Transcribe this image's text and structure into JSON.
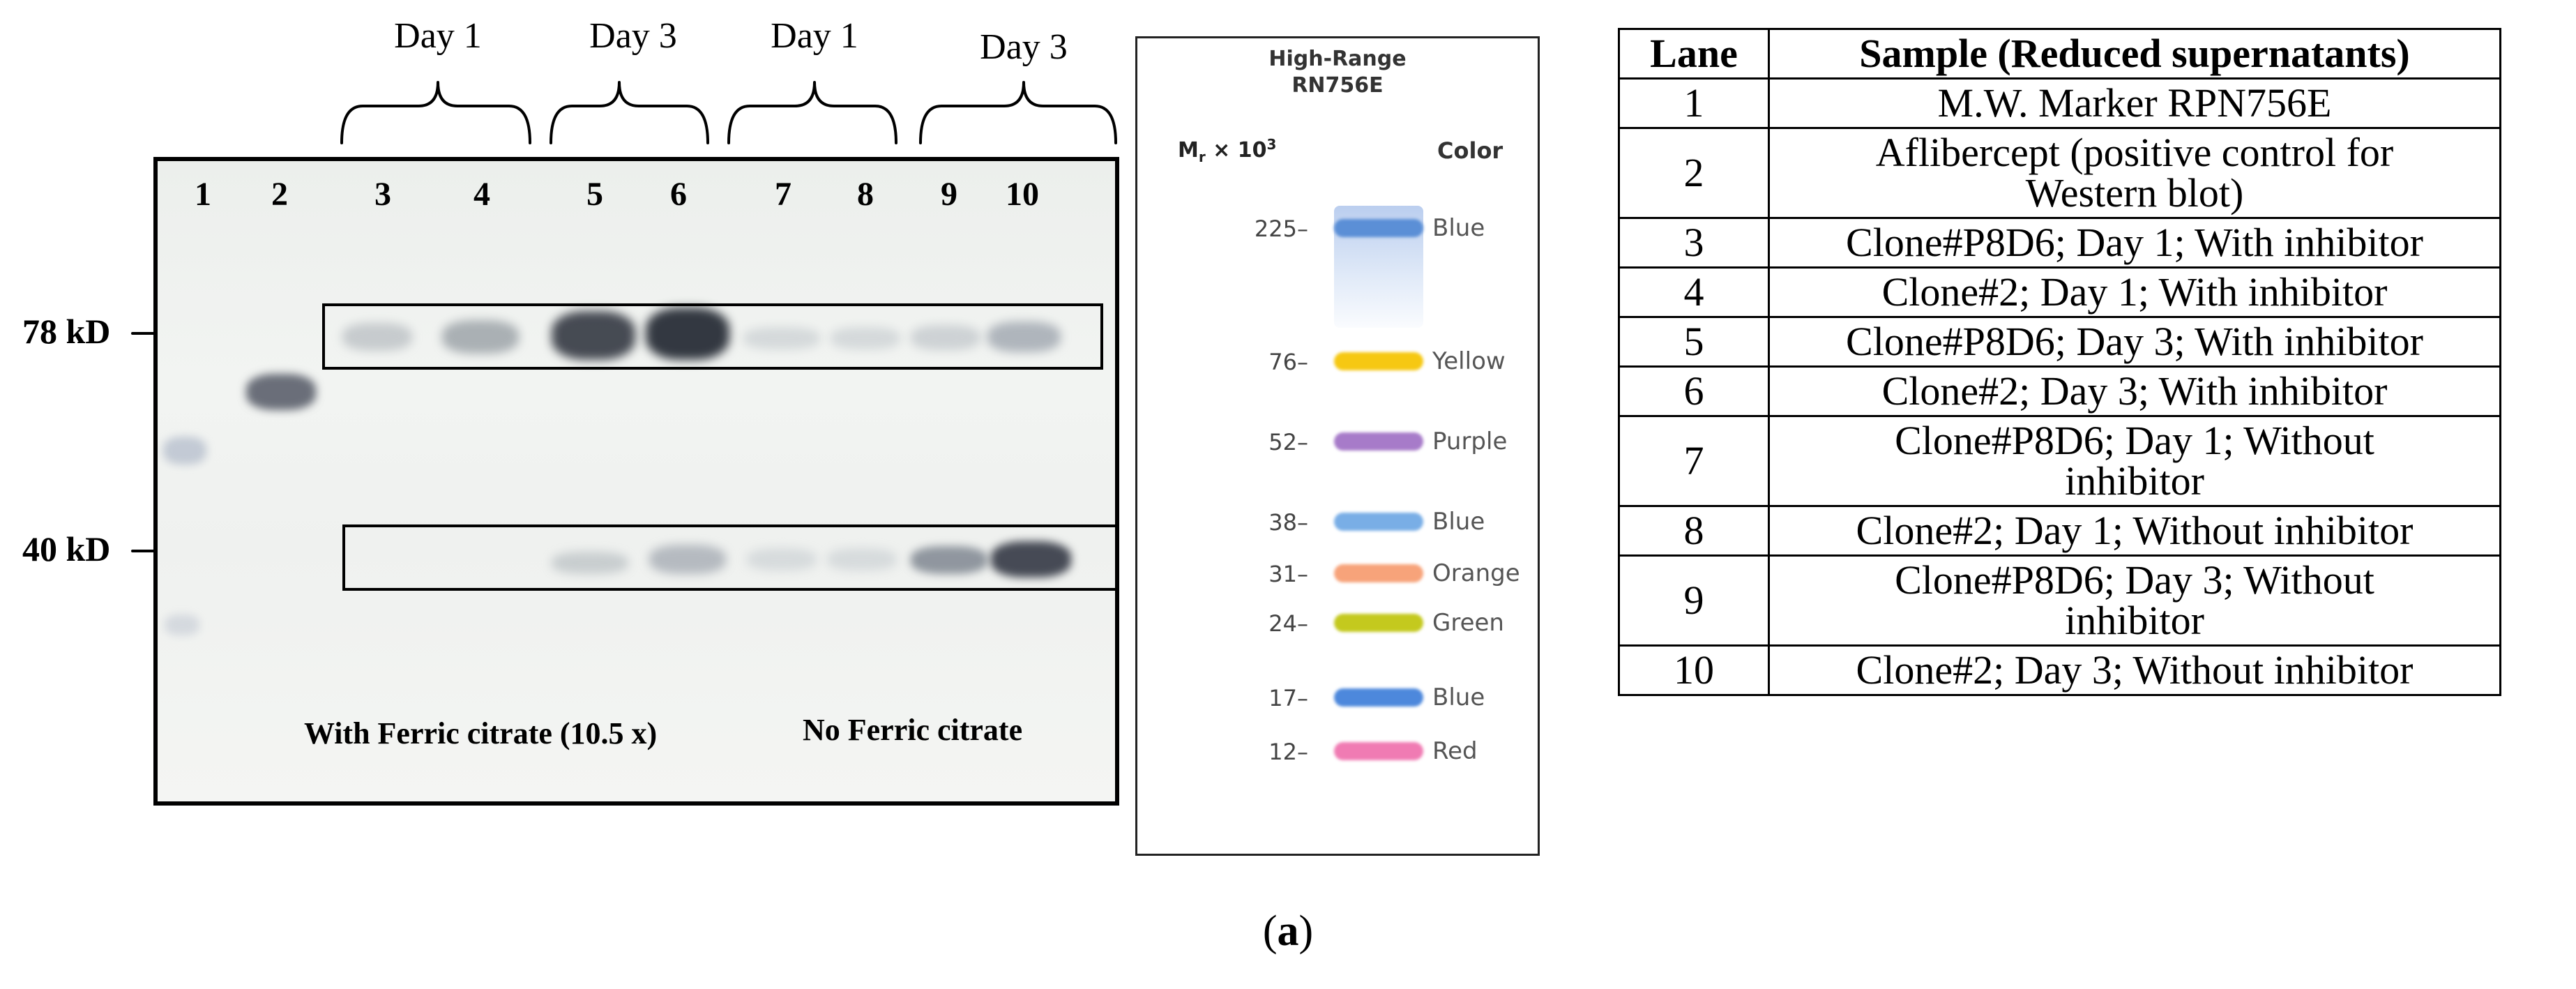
{
  "gel": {
    "day_groups": [
      {
        "label": "Day 1"
      },
      {
        "label": "Day 3"
      },
      {
        "label": "Day 1"
      },
      {
        "label": "Day 3"
      }
    ],
    "lanes": [
      "1",
      "2",
      "3",
      "4",
      "5",
      "6",
      "7",
      "8",
      "9",
      "10"
    ],
    "band_labels": {
      "upper": "78 kD",
      "lower": "40 kD"
    },
    "conditions": {
      "with": "With Ferric citrate (10.5 x)",
      "without": "No Ferric citrate"
    }
  },
  "marker": {
    "title_line1": "High-Range",
    "title_line2": "RN756E",
    "mr_label": "M",
    "mr_sub": "r",
    "mr_times": " × 10",
    "mr_sup": "3",
    "color_header": "Color",
    "bands": [
      {
        "mw": "225–",
        "color_name": "Blue",
        "hex": "#5b8fd6"
      },
      {
        "mw": "76–",
        "color_name": "Yellow",
        "hex": "#f6c812"
      },
      {
        "mw": "52–",
        "color_name": "Purple",
        "hex": "#a77bc9"
      },
      {
        "mw": "38–",
        "color_name": "Blue",
        "hex": "#79aee6"
      },
      {
        "mw": "31–",
        "color_name": "Orange",
        "hex": "#f7a37a"
      },
      {
        "mw": "24–",
        "color_name": "Green",
        "hex": "#c4c91e"
      },
      {
        "mw": "17–",
        "color_name": "Blue",
        "hex": "#4d88dc"
      },
      {
        "mw": "12–",
        "color_name": "Red",
        "hex": "#f07bb3"
      }
    ]
  },
  "table": {
    "headers": [
      "Lane",
      "Sample (Reduced supernatants)"
    ],
    "rows": [
      {
        "lane": "1",
        "line1": "M.W. Marker RPN756E",
        "line2": ""
      },
      {
        "lane": "2",
        "line1": "Aflibercept (positive control for",
        "line2": "Western blot)"
      },
      {
        "lane": "3",
        "line1": "Clone#P8D6; Day 1; With inhibitor",
        "line2": ""
      },
      {
        "lane": "4",
        "line1": "Clone#2; Day 1; With inhibitor",
        "line2": ""
      },
      {
        "lane": "5",
        "line1": "Clone#P8D6; Day 3; With inhibitor",
        "line2": ""
      },
      {
        "lane": "6",
        "line1": "Clone#2; Day 3; With inhibitor",
        "line2": ""
      },
      {
        "lane": "7",
        "line1": "Clone#P8D6; Day 1; Without",
        "line2": "inhibitor"
      },
      {
        "lane": "8",
        "line1": "Clone#2; Day 1;  Without inhibitor",
        "line2": ""
      },
      {
        "lane": "9",
        "line1": "Clone#P8D6; Day 3;  Without",
        "line2": "inhibitor"
      },
      {
        "lane": "10",
        "line1": "Clone#2; Day 3;  Without inhibitor",
        "line2": ""
      }
    ]
  },
  "caption": {
    "letter": "a"
  }
}
